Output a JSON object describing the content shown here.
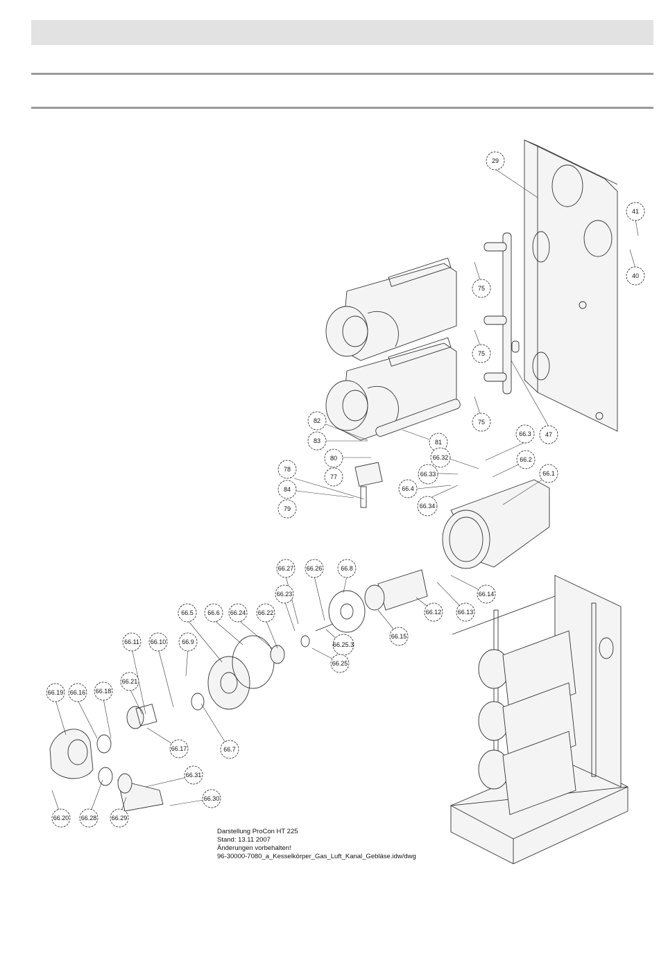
{
  "caption": {
    "line1": "Darstellung ProCon HT 225",
    "line2": "Stand: 13.11 2007",
    "line3": "Änderungen vorbehalten!",
    "line4": "96-30000-7080_a_Kesselkörper_Gas_Luft_Kanal_Gebläse.idw/dwg"
  },
  "callouts": [
    {
      "text": "29"
    },
    {
      "text": "41"
    },
    {
      "text": "40"
    },
    {
      "text": "75"
    },
    {
      "text": "75"
    },
    {
      "text": "47"
    },
    {
      "text": "75"
    },
    {
      "text": "82"
    },
    {
      "text": "83"
    },
    {
      "text": "81"
    },
    {
      "text": "80"
    },
    {
      "text": "77"
    },
    {
      "text": "78"
    },
    {
      "text": "84"
    },
    {
      "text": "79"
    },
    {
      "text": "66.3"
    },
    {
      "text": "66.32"
    },
    {
      "text": "66.2"
    },
    {
      "text": "66.33"
    },
    {
      "text": "66.1"
    },
    {
      "text": "66.4"
    },
    {
      "text": "66.34"
    },
    {
      "text": "66.27"
    },
    {
      "text": "66.26"
    },
    {
      "text": "66.8"
    },
    {
      "text": "66.14"
    },
    {
      "text": "66.23"
    },
    {
      "text": "66.12"
    },
    {
      "text": "66.13"
    },
    {
      "text": "66.5"
    },
    {
      "text": "66.6"
    },
    {
      "text": "66.24"
    },
    {
      "text": "66.22"
    },
    {
      "text": "66.15"
    },
    {
      "text": "66.25.3"
    },
    {
      "text": "66.11"
    },
    {
      "text": "66.10"
    },
    {
      "text": "66.9"
    },
    {
      "text": "66.25"
    },
    {
      "text": "66.21"
    },
    {
      "text": "66.19"
    },
    {
      "text": "66.16"
    },
    {
      "text": "66.18"
    },
    {
      "text": "66.17"
    },
    {
      "text": "66.7"
    },
    {
      "text": "66.31"
    },
    {
      "text": "66.30"
    },
    {
      "text": "66.20"
    },
    {
      "text": "66.28"
    },
    {
      "text": "66.29"
    }
  ]
}
